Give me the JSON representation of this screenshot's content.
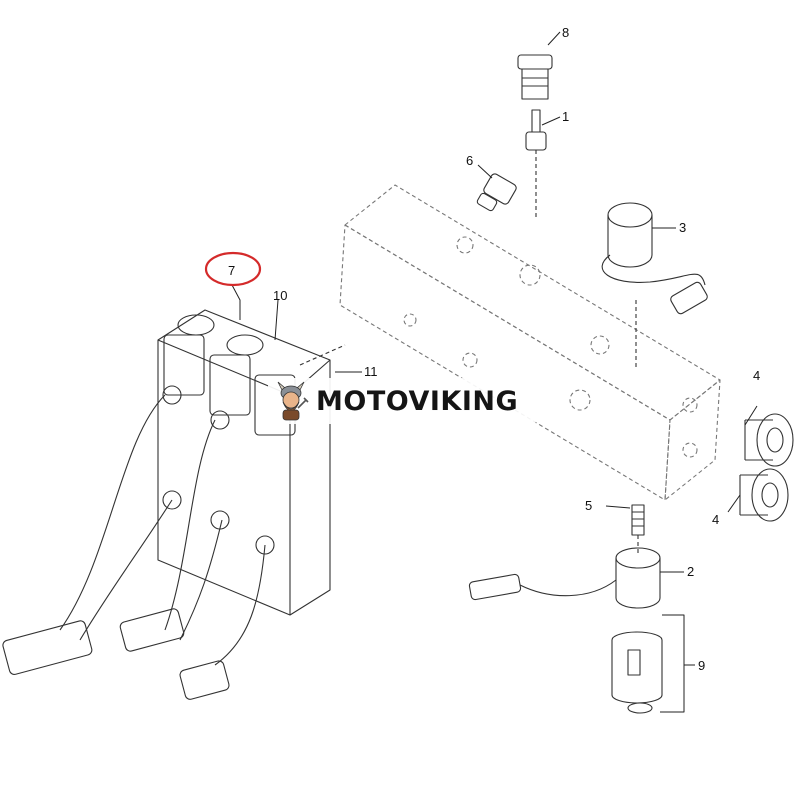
{
  "diagram": {
    "callouts": [
      {
        "id": "c8",
        "label": "8"
      },
      {
        "id": "c1",
        "label": "1"
      },
      {
        "id": "c6",
        "label": "6"
      },
      {
        "id": "c3",
        "label": "3"
      },
      {
        "id": "c7",
        "label": "7"
      },
      {
        "id": "c10",
        "label": "10"
      },
      {
        "id": "c11",
        "label": "11"
      },
      {
        "id": "c4a",
        "label": "4"
      },
      {
        "id": "c4b",
        "label": "4"
      },
      {
        "id": "c5",
        "label": "5"
      },
      {
        "id": "c2",
        "label": "2"
      },
      {
        "id": "c9",
        "label": "9"
      }
    ],
    "highlight_color": "#d42a2a",
    "line_color": "#333333"
  },
  "watermark": {
    "text": "MOTOVIKING",
    "logo_icon": "viking-mascot-icon"
  }
}
